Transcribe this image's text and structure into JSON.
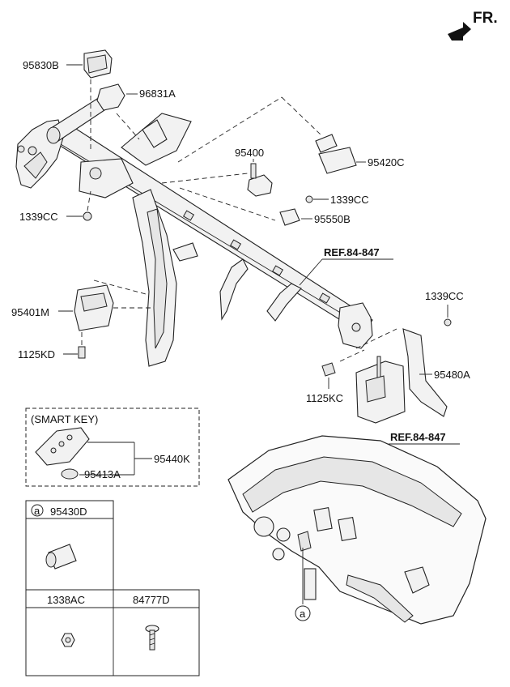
{
  "orientation": {
    "label": "FR."
  },
  "parts": {
    "p95830B": "95830B",
    "p96831A": "96831A",
    "p95400": "95400",
    "p95420C": "95420C",
    "p1339CC_a": "1339CC",
    "p1339CC_b": "1339CC",
    "p95550B": "95550B",
    "p1339CC_c": "1339CC",
    "p95401M": "95401M",
    "p1125KD": "1125KD",
    "p95480A": "95480A",
    "p1125KC": "1125KC",
    "p95440K": "95440K",
    "p95413A": "95413A"
  },
  "refs": {
    "ref_upper": "REF.84-847",
    "ref_lower": "REF.84-847"
  },
  "smart_key": {
    "title": "(SMART KEY)"
  },
  "table": {
    "cell_top_marker": "a",
    "cell_top_label": "95430D",
    "cell_left_label": "1338AC",
    "cell_right_label": "84777D"
  },
  "dash_marker": "a",
  "icons": [
    "fr-arrow-icon",
    "circle-a-marker"
  ]
}
